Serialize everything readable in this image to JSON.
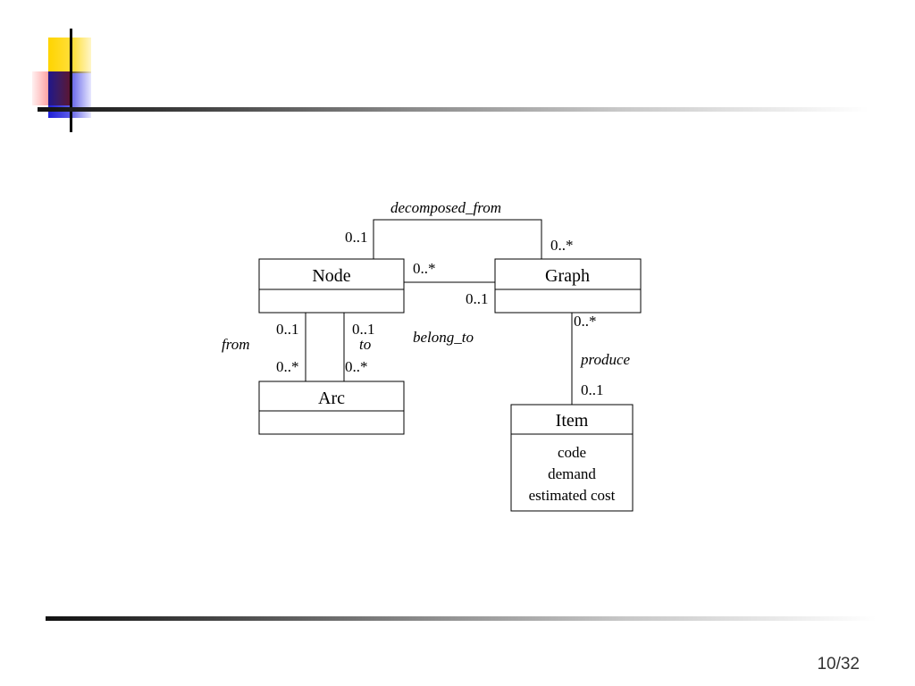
{
  "slide": {
    "page_number": "10/32"
  },
  "diagram": {
    "classes": {
      "node": {
        "name": "Node",
        "attributes": []
      },
      "graph": {
        "name": "Graph",
        "attributes": []
      },
      "arc": {
        "name": "Arc",
        "attributes": []
      },
      "item": {
        "name": "Item",
        "attributes": [
          "code",
          "demand",
          "estimated cost"
        ]
      }
    },
    "associations": {
      "decomposed_from": {
        "name": "decomposed_from",
        "node_end_multiplicity": "0..1",
        "graph_end_multiplicity": "0..*"
      },
      "belong_to": {
        "name": "belong_to",
        "node_end_multiplicity": "0..*",
        "graph_end_multiplicity": "0..1"
      },
      "from": {
        "name": "from",
        "node_end_multiplicity": "0..1",
        "arc_end_multiplicity": "0..*"
      },
      "to": {
        "name": "to",
        "node_end_multiplicity": "0..1",
        "arc_end_multiplicity": "0..*"
      },
      "produce": {
        "name": "produce",
        "graph_end_multiplicity": "0..*",
        "item_end_multiplicity": "0..1"
      }
    }
  }
}
